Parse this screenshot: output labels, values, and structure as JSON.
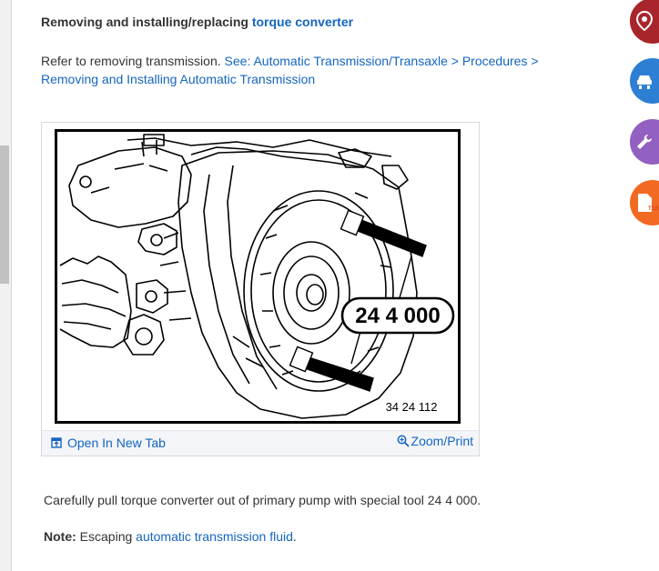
{
  "heading": {
    "prefix": "Removing and installing/replacing ",
    "link": "torque converter"
  },
  "intro": {
    "text": " Refer to removing transmission. ",
    "link": "See: Automatic Transmission/Transaxle > Procedures > Removing and Installing Automatic Transmission"
  },
  "figure": {
    "tool_label": "24 4 000",
    "figure_number": "34 24 112",
    "open_new_tab": "Open In New Tab",
    "zoom_print": "Zoom/Print"
  },
  "step": {
    "text": "Carefully pull torque converter out of primary pump with special tool 24 4 000."
  },
  "note": {
    "label": "Note:",
    "text": " Escaping ",
    "link": "automatic transmission fluid",
    "suffix": "."
  },
  "fabs": [
    {
      "icon": "map-pin-icon",
      "color": "#a8262b"
    },
    {
      "icon": "vehicle-lift-icon",
      "color": "#2d7fd3"
    },
    {
      "icon": "wrench-icon",
      "color": "#9160c0"
    },
    {
      "icon": "tsb-document-icon",
      "color": "#f26a21",
      "label": "TSB"
    }
  ]
}
